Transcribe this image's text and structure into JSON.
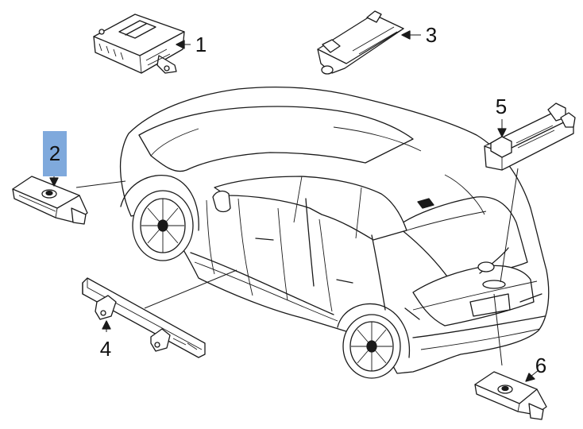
{
  "parts": [
    {
      "id": "1",
      "label": "1",
      "name": "control-unit"
    },
    {
      "id": "2",
      "label": "2",
      "name": "rear-left-sensor",
      "highlighted": true,
      "highlight_color": "#7fa9dc"
    },
    {
      "id": "3",
      "label": "3",
      "name": "antenna-module-top"
    },
    {
      "id": "4",
      "label": "4",
      "name": "sill-antenna-bar"
    },
    {
      "id": "5",
      "label": "5",
      "name": "tailgate-antenna-bar"
    },
    {
      "id": "6",
      "label": "6",
      "name": "rear-bumper-sensor"
    }
  ],
  "colors": {
    "line": "#1a1a1a",
    "background": "#ffffff",
    "highlight": "#7fa9dc"
  }
}
